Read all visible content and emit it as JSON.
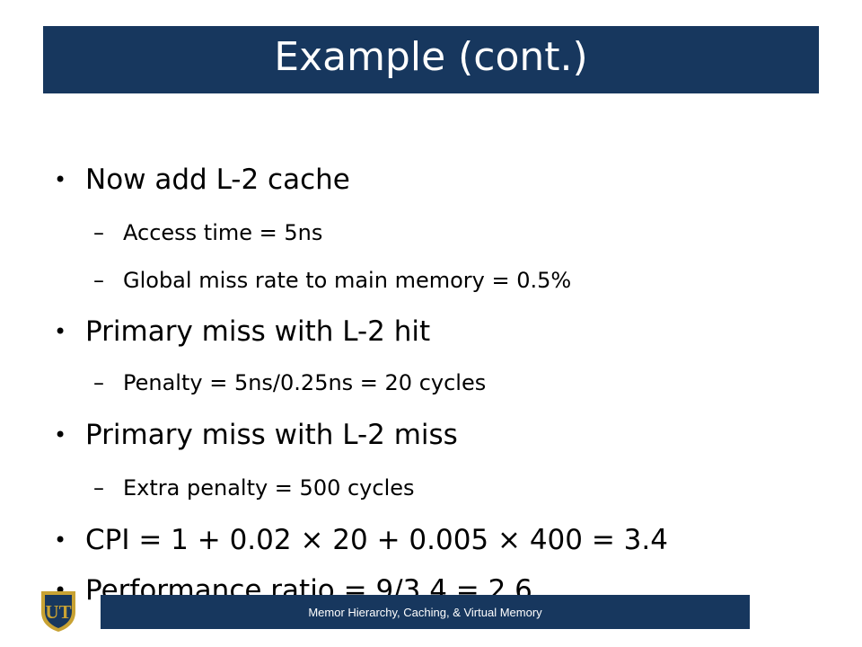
{
  "slide": {
    "title": "Example (cont.)",
    "bullets": [
      {
        "level": 1,
        "marker": "•",
        "text": "Now add L-2 cache"
      },
      {
        "level": 2,
        "marker": "–",
        "text": "Access time = 5ns"
      },
      {
        "level": 2,
        "marker": "–",
        "text": "Global miss rate to main memory = 0.5%"
      },
      {
        "level": 1,
        "marker": "•",
        "text": "Primary miss with L-2 hit"
      },
      {
        "level": 2,
        "marker": "–",
        "text": "Penalty = 5ns/0.25ns = 20 cycles"
      },
      {
        "level": 1,
        "marker": "•",
        "text": "Primary miss with L-2 miss"
      },
      {
        "level": 2,
        "marker": "–",
        "text": "Extra penalty = 500 cycles"
      },
      {
        "level": 1,
        "marker": "•",
        "text": "CPI = 1 + 0.02 × 20 + 0.005 × 400 = 3.4"
      },
      {
        "level": 1,
        "marker": "•",
        "text": "Performance ratio = 9/3.4 = 2.6"
      }
    ],
    "footer": "Memor Hierarchy, Caching, & Virtual Memory",
    "logo": {
      "text": "UT",
      "icon": "university-shield-logo"
    }
  },
  "colors": {
    "title_bar": "#17375e",
    "footer_bar": "#17375e",
    "logo_gold": "#c8a233",
    "text": "#000000"
  }
}
